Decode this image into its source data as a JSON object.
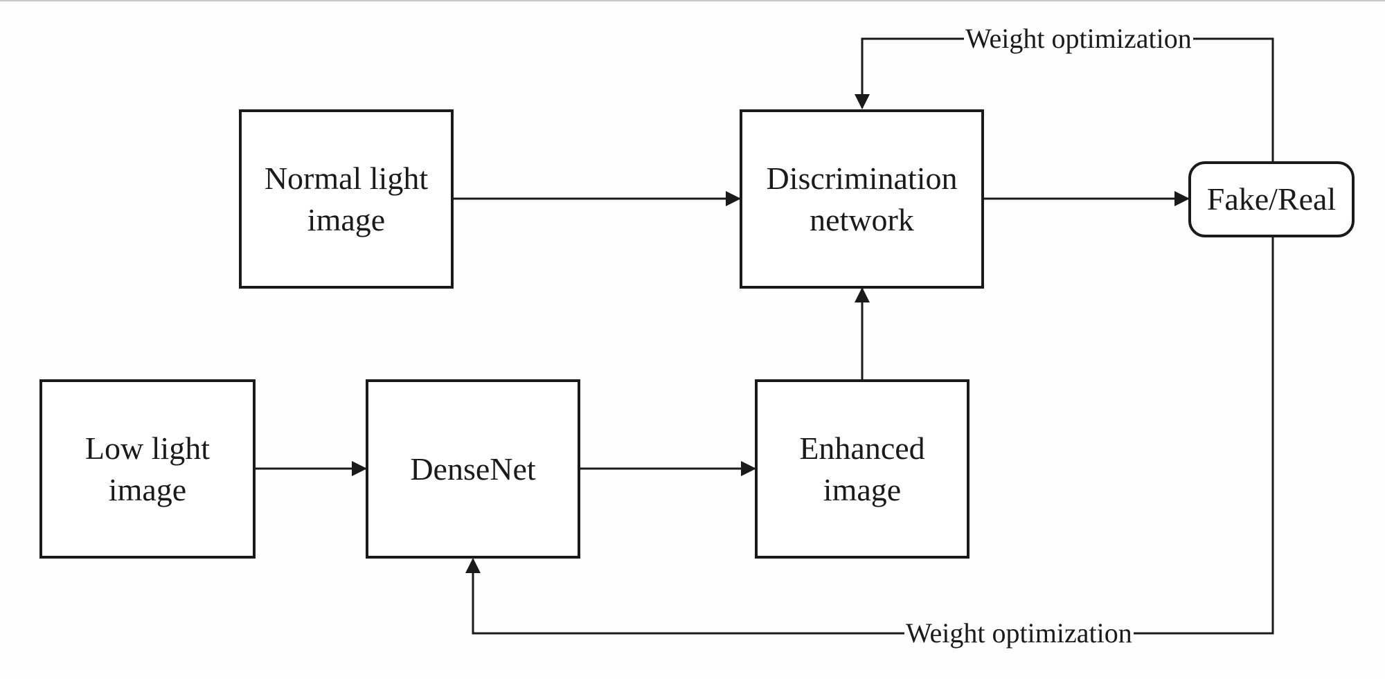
{
  "nodes": {
    "normal_light": {
      "line1": "Normal light",
      "line2": "image"
    },
    "discrimination": {
      "line1": "Discrimination",
      "line2": "network"
    },
    "fake_real": {
      "label": "Fake/Real"
    },
    "low_light": {
      "line1": "Low light",
      "line2": "image"
    },
    "densenet": {
      "label": "DenseNet"
    },
    "enhanced": {
      "line1": "Enhanced",
      "line2": "image"
    }
  },
  "edges": {
    "top_feedback_label": "Weight optimization",
    "bottom_feedback_label": "Weight optimization"
  },
  "colors": {
    "stroke": "#1a1a1a",
    "background": "#fefefe"
  }
}
